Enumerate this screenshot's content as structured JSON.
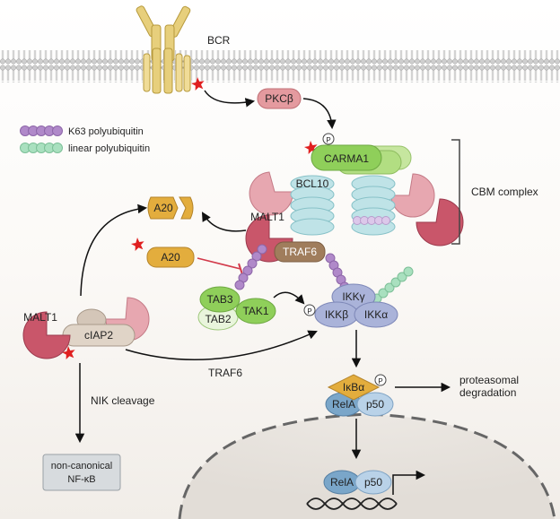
{
  "labels": {
    "bcr": "BCR",
    "pkcb": "PKCβ",
    "phospho": "P",
    "carma1": "CARMA1",
    "bcl10": "BCL10",
    "malt1": "MALT1",
    "traf6": "TRAF6",
    "a20": "A20",
    "cbm_complex": "CBM complex",
    "tab3": "TAB3",
    "tab2": "TAB2",
    "tak1": "TAK1",
    "ikkg": "IKKγ",
    "ikkb": "IKKβ",
    "ikka": "IKKα",
    "ikba": "IκBα",
    "rela": "RelA",
    "p50": "p50",
    "malt1_left": "MALT1",
    "ciap2": "cIAP2",
    "traf6_arrow": "TRAF6",
    "nik_cleavage": "NIK cleavage",
    "noncanonical_line1": "non-canonical",
    "noncanonical_line2": "NF-κB",
    "proteasomal_line1": "proteasomal",
    "proteasomal_line2": "degradation"
  },
  "legend": {
    "k63": "K63 polyubiquitin",
    "linear": "linear polyubiquitin"
  },
  "colors": {
    "malt1": "#c9566a",
    "traf6": "#a07d5c",
    "carma1": "#8fcf5a",
    "bcl10": "#a9dbe0",
    "a20": "#e3ad3d",
    "tak1": "#8fcf5a",
    "ikk": "#aab3d9",
    "rela": "#7aa6c9",
    "ikba": "#e3ad3d",
    "k63": "#b089c9",
    "linear": "#9ad8b4",
    "mutation": "#e02020"
  }
}
